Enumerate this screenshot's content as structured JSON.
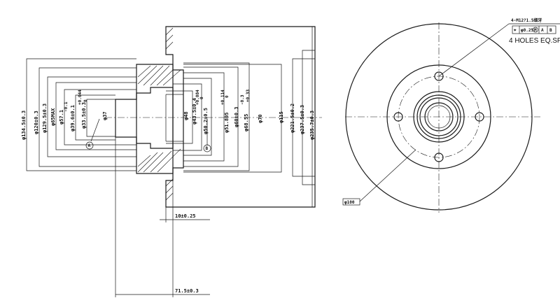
{
  "section_view": {
    "diameters_left": [
      "φ134.5±0.3",
      "φ120±0.3",
      "φ129.5±0.3",
      "φ65MAX",
      "φ57.1",
      "φ39.6±0.1",
      "φ33.5±0.3"
    ],
    "tolerance_notes": [
      "-0.1",
      "+0.044",
      "0"
    ],
    "diameters_inner": [
      "φ37",
      "φ48",
      "φ43.5±0.4",
      "φ50.2±0.5",
      "φ51.805",
      "φ60±0.3",
      "φ68.55",
      "φ70"
    ],
    "tolerance_notes_inner": [
      "+0.084",
      "0",
      "+0.114",
      "0",
      "-0.3",
      "+0.33"
    ],
    "diameters_right": [
      "φ115",
      "φ221.5±0.2",
      "φ237.5±0.3",
      "φ235.7±0.3"
    ],
    "callout_a": "A",
    "callout_b": "B",
    "dim_thickness": "10±0.25",
    "dim_height": "71.5±0.3"
  },
  "front_view": {
    "thread_note": "4-M12?1.5细牙",
    "position_tol": "φ0.25",
    "modifier": "M",
    "datum_a": "A",
    "datum_b": "B",
    "holes_note": "4 HOLES EQ.SP",
    "pcd": "φ100"
  }
}
